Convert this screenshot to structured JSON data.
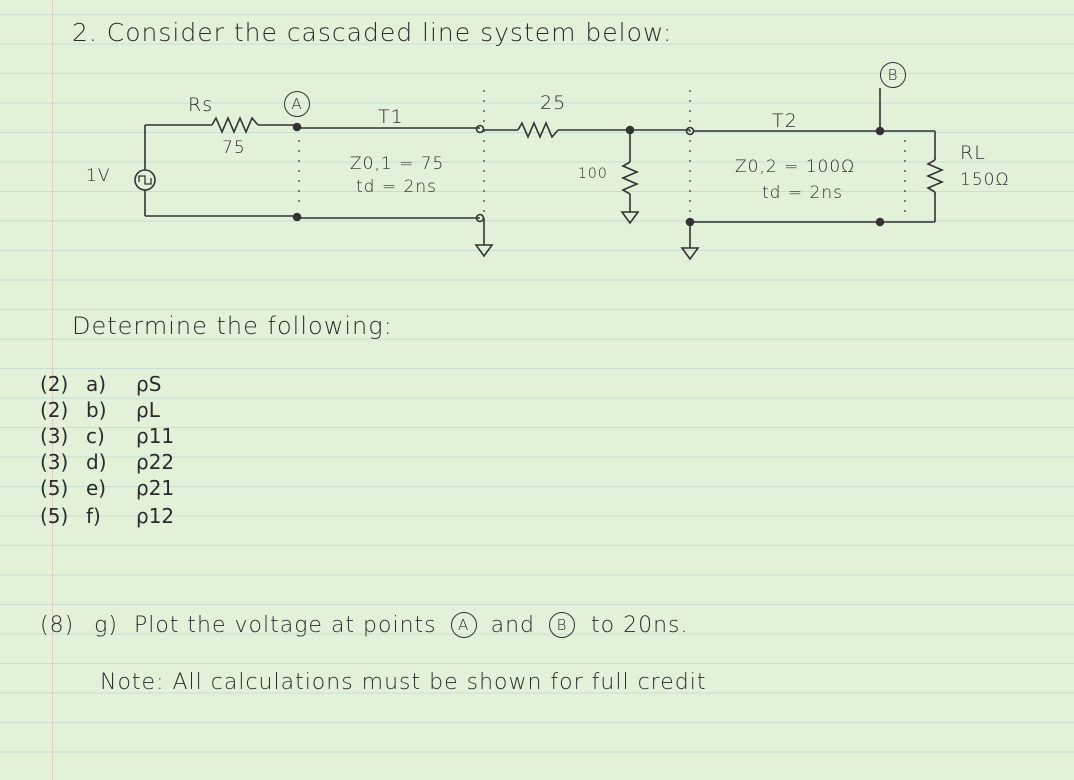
{
  "problem": {
    "title": "2. Consider the cascaded line system below:",
    "instruction": "Determine the following:",
    "plot_points": "(8)",
    "plot_letter": "g)",
    "plot_text_1": "Plot the voltage at points",
    "plot_text_2": "and",
    "plot_text_3": "to 20ns.",
    "note": "Note: All calculations must be shown for full credit"
  },
  "circuit": {
    "source_label": "1V",
    "rs_label": "Rs",
    "rs_value": "75",
    "point_a": "A",
    "point_b": "B",
    "t1_label": "T1",
    "t1_z": "Z0,1 = 75",
    "t1_td": "td = 2ns",
    "series_r_value": "25",
    "shunt_r_value": "100",
    "t2_label": "T2",
    "t2_z": "Z0,2 = 100Ω",
    "t2_td": "td = 2ns",
    "rl_label": "RL",
    "rl_value": "150Ω"
  },
  "questions": [
    {
      "points": "(2)",
      "letter": "a)",
      "symbol": "ρS"
    },
    {
      "points": "(2)",
      "letter": "b)",
      "symbol": "ρL"
    },
    {
      "points": "(3)",
      "letter": "c)",
      "symbol": "ρ11"
    },
    {
      "points": "(3)",
      "letter": "d)",
      "symbol": "ρ22"
    },
    {
      "points": "(5)",
      "letter": "e)",
      "symbol": "ρ21"
    },
    {
      "points": "(5)",
      "letter": "f)",
      "symbol": "ρ12"
    }
  ]
}
